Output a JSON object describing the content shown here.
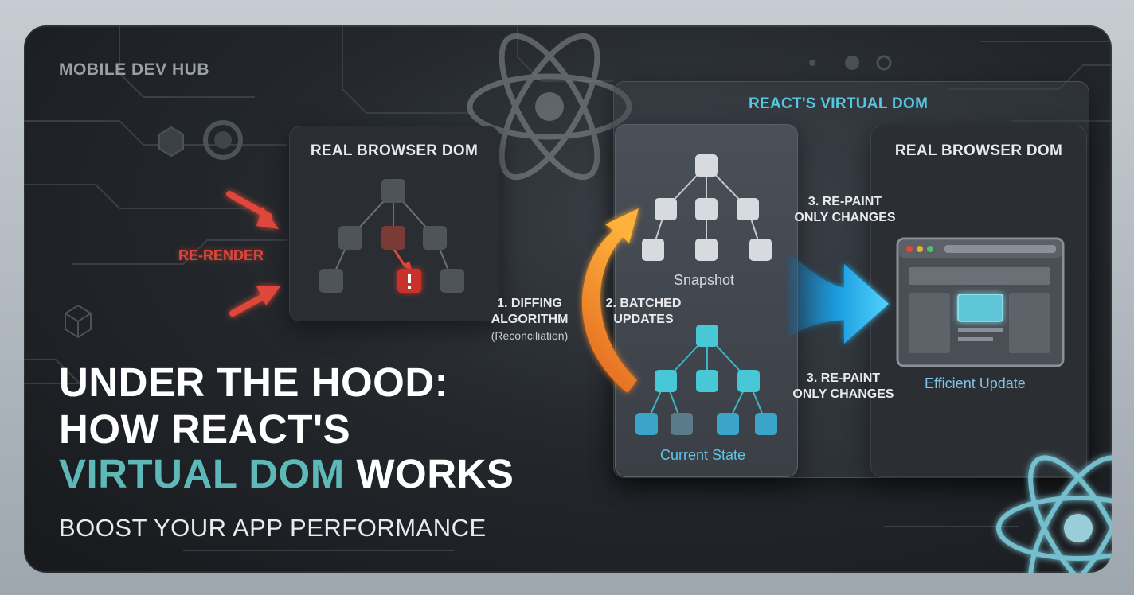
{
  "brand": "MOBILE DEV HUB",
  "left_panel": {
    "title": "REAL BROWSER DOM"
  },
  "rerender_label": "RE-RENDER",
  "virtual_dom": {
    "title": "REACT'S VIRTUAL DOM",
    "snapshot_caption": "Snapshot",
    "current_caption": "Current State"
  },
  "steps": {
    "diffing_line1": "1. DIFFING",
    "diffing_line2": "ALGORITHM",
    "diffing_note": "(Reconciliation)",
    "batched_line1": "2. BATCHED",
    "batched_line2": "UPDATES",
    "repaint_top_line1": "3. RE-PAINT",
    "repaint_top_line2": "ONLY CHANGES",
    "repaint_bottom_line1": "3. RE-PAINT",
    "repaint_bottom_line2": "ONLY CHANGES"
  },
  "right_panel": {
    "title": "REAL BROWSER DOM",
    "caption": "Efficient Update"
  },
  "headline": {
    "line1": "UNDER THE HOOD:",
    "line2": "HOW REACT'S",
    "line3_accent": "VIRTUAL DOM",
    "line3_rest": "WORKS"
  },
  "subtitle": "BOOST YOUR APP PERFORMANCE",
  "colors": {
    "accent_teal": "#5fb8b8",
    "alert_red": "#e0473b",
    "arrow_orange": "#f59a2a",
    "arrow_blue": "#1fb6f0",
    "caption_blue": "#7fc2e8"
  },
  "icons": [
    "react-atom-icon",
    "alert-icon",
    "browser-window-icon",
    "hexagon-icon",
    "cube-icon"
  ]
}
